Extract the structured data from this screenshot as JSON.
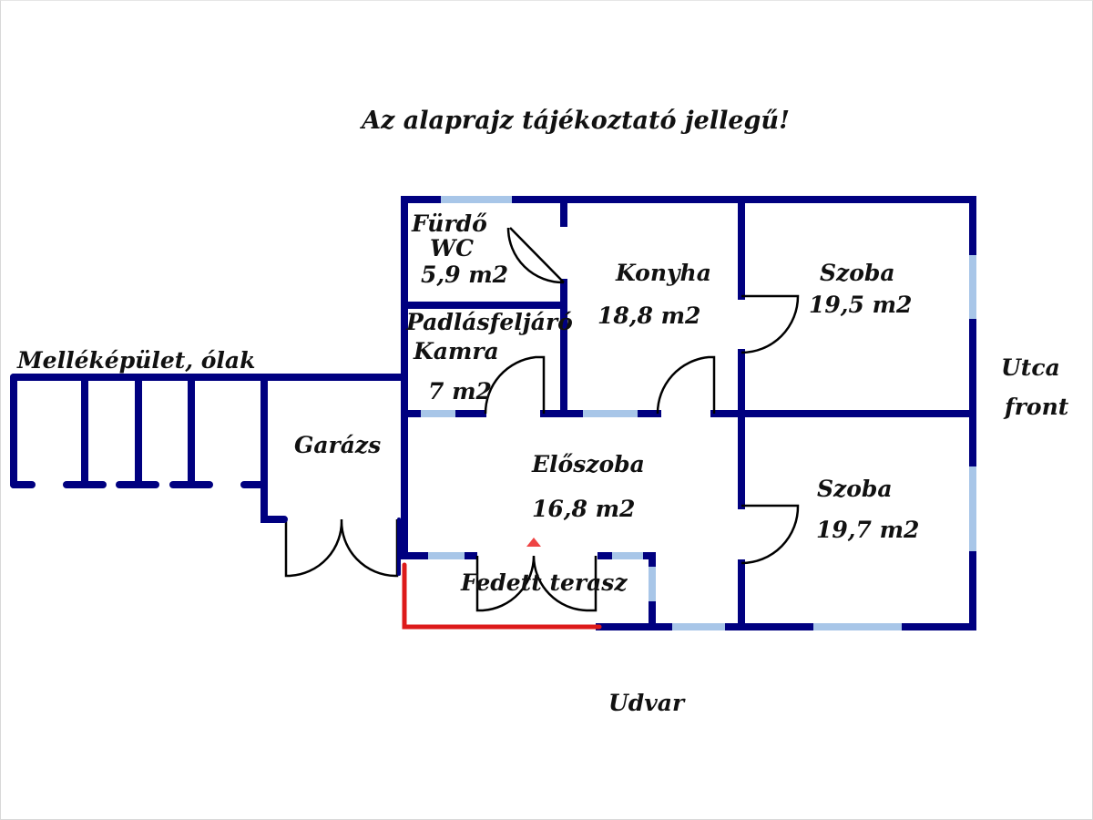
{
  "plan": {
    "note": "Az alaprajz tájékoztató jellegű!",
    "rooms": [
      {
        "id": "furdo",
        "name": "Fürdő",
        "name2": "WC",
        "area": "5,9 m2"
      },
      {
        "id": "kamra",
        "name": "Padlásfeljáró",
        "name2": "Kamra",
        "area": "7 m2"
      },
      {
        "id": "konyha",
        "name": "Konyha",
        "area": "18,8 m2"
      },
      {
        "id": "szoba1",
        "name": "Szoba",
        "area": "19,5 m2"
      },
      {
        "id": "eloszoba",
        "name": "Előszoba",
        "area": "16,8 m2"
      },
      {
        "id": "szoba2",
        "name": "Szoba",
        "area": "19,7 m2"
      },
      {
        "id": "terasz",
        "name": "Fedett terasz"
      },
      {
        "id": "garazs",
        "name": "Garázs"
      }
    ],
    "outside": {
      "outbuildings": "Melléképület, ólak",
      "street_1": "Utca",
      "street_2": "front",
      "yard": "Udvar"
    },
    "colors": {
      "wall": "#000080",
      "window": "#a8c6e8",
      "door": "#000000",
      "terrace_edge": "#dd1a1a"
    }
  }
}
